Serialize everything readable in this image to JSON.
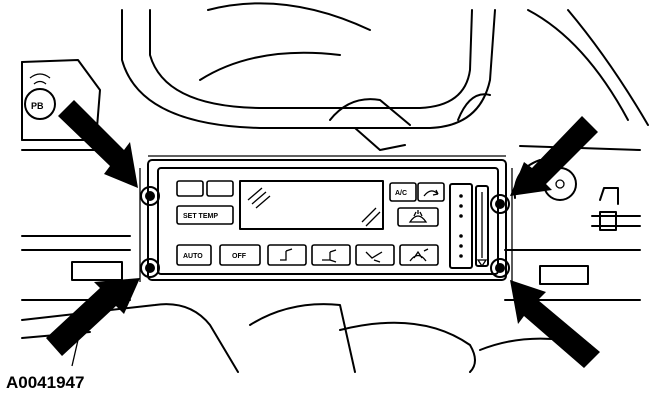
{
  "figure": {
    "id_label": "A0041947"
  },
  "control_panel": {
    "buttons": {
      "set_temp": "SET TEMP",
      "auto": "AUTO",
      "off": "OFF",
      "ac": "A/C"
    },
    "icons": [
      "recirculation-icon",
      "defrost-icon",
      "panel-vent-icon",
      "bi-level-vent-icon",
      "floor-vent-icon",
      "floor-defrost-icon",
      "fan-speed-dots-icon"
    ]
  },
  "callouts": {
    "arrow_count": 4,
    "fastener_count": 4
  }
}
